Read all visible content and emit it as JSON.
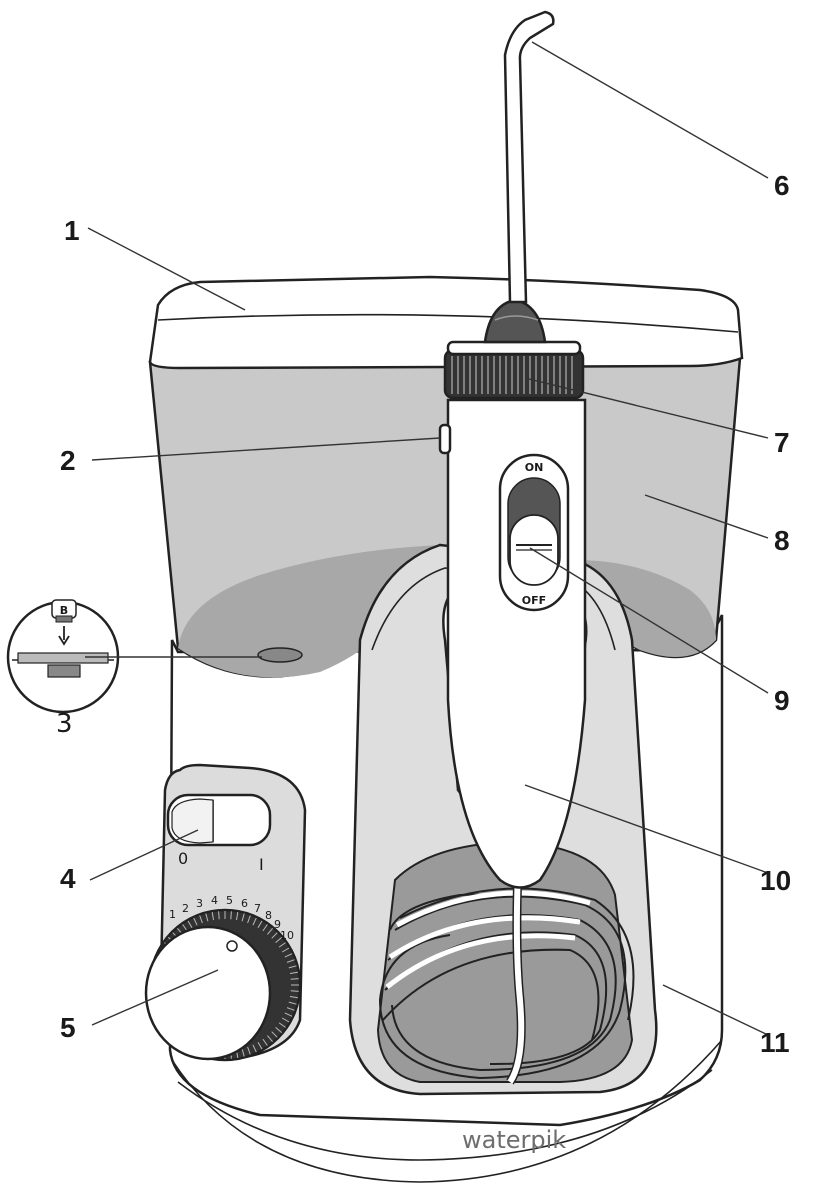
{
  "callouts": {
    "c1": "1",
    "c2": "2",
    "c3": "3",
    "c4": "4",
    "c5": "5",
    "c6": "6",
    "c7": "7",
    "c8": "8",
    "c9": "9",
    "c10": "10",
    "c11": "11"
  },
  "handle_switch": {
    "on": "ON",
    "off": "OFF"
  },
  "power_switch": {
    "off": "0",
    "on": "I"
  },
  "pressure_dial": {
    "numbers": [
      "1",
      "2",
      "3",
      "4",
      "5",
      "6",
      "7",
      "8",
      "9",
      "10"
    ]
  },
  "valve_detail": {
    "letter": "B"
  },
  "brand": {
    "name": "waterpik"
  },
  "colors": {
    "outline": "#222222",
    "reservoir": "#c9c9c9",
    "reservoir_dark": "#a8a8a8",
    "base": "#ffffff",
    "cavity": "#dedede",
    "pocket": "#9a9a9a",
    "dark": "#555555"
  }
}
